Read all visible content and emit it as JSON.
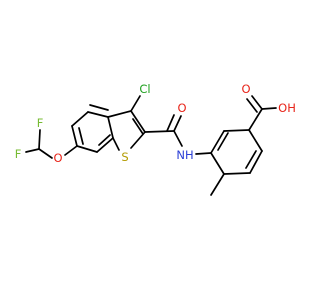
{
  "molecule": {
    "atoms": {
      "cl": "Cl",
      "s": "S",
      "f_top": "F",
      "f_bottom": "F",
      "o_ether": "O",
      "o_amide": "O",
      "nh": "NH",
      "o_carbonyl": "O",
      "oh": "OH"
    },
    "colors": {
      "cl": "#1fa01f",
      "s": "#b39b00",
      "f": "#77bb33",
      "o": "#e8251a",
      "n": "#2b3fd6",
      "bond": "#000000"
    }
  }
}
